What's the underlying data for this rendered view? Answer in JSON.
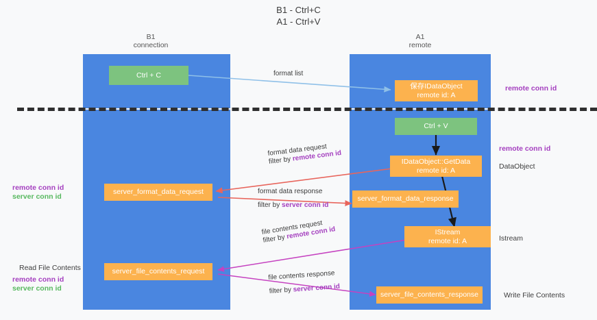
{
  "title": {
    "line1": "B1 - Ctrl+C",
    "line2": "A1 - Ctrl+V"
  },
  "columns": [
    {
      "id": "b1",
      "name": "B1",
      "role": "connection"
    },
    {
      "id": "a1",
      "name": "A1",
      "role": "remote"
    }
  ],
  "colors": {
    "panel": "#4a86e0",
    "node_green": "#7dc37f",
    "node_orange": "#fcb24e",
    "accent_remote_conn_id": "#a43fbf",
    "accent_server_conn_id": "#57b85f",
    "arrow_blue": "#8fc0e8",
    "arrow_black": "#1a1a1a",
    "arrow_red": "#e8655c",
    "arrow_magenta": "#c542c0",
    "background": "#f8f9fa",
    "divider": "#2f2f2f"
  },
  "nodes": [
    {
      "id": "ctrl_c",
      "label_line1": "Ctrl + C",
      "label_line2": "",
      "style": "green"
    },
    {
      "id": "save_ido",
      "label_line1": "保存IDataObject",
      "label_line2": "remote id: A",
      "style": "orange"
    },
    {
      "id": "ctrl_v",
      "label_line1": "Ctrl + V",
      "label_line2": "",
      "style": "green"
    },
    {
      "id": "getdata",
      "label_line1": "IDataObject::GetData",
      "label_line2": "remote id: A",
      "style": "orange"
    },
    {
      "id": "sfdreq",
      "label_line1": "server_format_data_request",
      "label_line2": "",
      "style": "orange"
    },
    {
      "id": "sfdres",
      "label_line1": "server_format_data_response",
      "label_line2": "",
      "style": "orange"
    },
    {
      "id": "istream",
      "label_line1": "IStream",
      "label_line2": "remote id: A",
      "style": "orange"
    },
    {
      "id": "sfcreq",
      "label_line1": "server_file_contents_request",
      "label_line2": "",
      "style": "orange"
    },
    {
      "id": "sfcres",
      "label_line1": "server_file_contents_response",
      "label_line2": "",
      "style": "orange"
    }
  ],
  "edge_labels": {
    "format_list": "format list",
    "format_data_request": "format data request",
    "format_data_request_filter_prefix": "filter by ",
    "format_data_request_filter_key": "remote conn id",
    "format_data_response": "format data response",
    "format_data_response_filter_prefix": "filter by ",
    "format_data_response_filter_key": "server conn id",
    "file_contents_request": "file contents request",
    "file_contents_request_filter_prefix": "filter by ",
    "file_contents_request_filter_key": "remote conn id",
    "file_contents_response": "file contents response",
    "file_contents_response_filter_prefix": "filter by ",
    "file_contents_response_filter_key": "server conn id"
  },
  "right_notes": [
    {
      "id": "note_remote_conn_id_top",
      "text": "remote conn id",
      "kind": "purple"
    },
    {
      "id": "note_remote_conn_id_mid",
      "text": "remote conn id",
      "kind": "purple"
    },
    {
      "id": "note_dataobject",
      "text": "DataObject",
      "kind": "plain"
    },
    {
      "id": "note_istream",
      "text": "Istream",
      "kind": "plain"
    },
    {
      "id": "note_write_file",
      "text": "Write File Contents",
      "kind": "plain"
    }
  ],
  "left_notes": [
    {
      "id": "left_remote_conn_id_mid",
      "text": "remote conn id",
      "kind": "purple"
    },
    {
      "id": "left_server_conn_id_mid",
      "text": "server conn id",
      "kind": "green"
    },
    {
      "id": "left_read_file",
      "text": "Read File Contents",
      "kind": "plain"
    },
    {
      "id": "left_remote_conn_id_bot",
      "text": "remote conn id",
      "kind": "purple"
    },
    {
      "id": "left_server_conn_id_bot",
      "text": "server conn id",
      "kind": "green"
    }
  ]
}
